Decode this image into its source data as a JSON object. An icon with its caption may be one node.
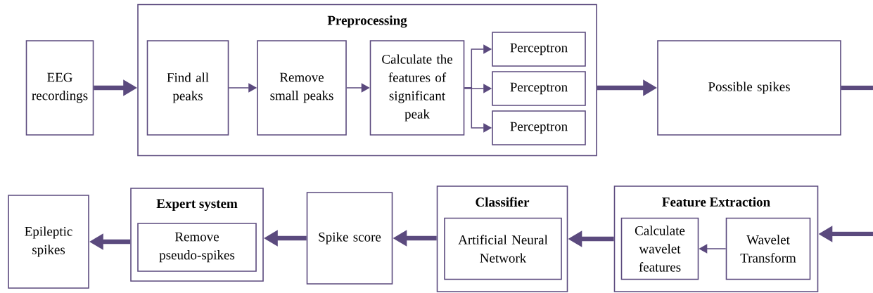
{
  "diagram": {
    "nodes": [
      {
        "text": [
          "EEG recordings"
        ]
      },
      {
        "text": [
          "Preprocessing"
        ]
      },
      {
        "text": [
          "Find all peaks"
        ],
        "in": 1
      },
      {
        "text": [
          "Remove small peaks"
        ],
        "in": 1
      },
      {
        "text": [
          "Calculate the features of significant peak"
        ],
        "in": 1
      },
      {
        "text": [
          "Perceptron"
        ],
        "in": 1
      },
      {
        "text": [
          "Perceptron"
        ],
        "in": 1
      },
      {
        "text": [
          "Perceptron"
        ],
        "in": 1
      },
      {
        "text": [
          "Possible spikes"
        ]
      },
      {
        "text": [
          "Epileptic spikes"
        ]
      },
      {
        "text": [
          "Expert system"
        ]
      },
      {
        "text": [
          "Remove pseudo-spikes"
        ],
        "in": 10
      },
      {
        "text": [
          "Spike score"
        ]
      },
      {
        "text": [
          "Classifier"
        ]
      },
      {
        "text": [
          "Artificial Neural Network"
        ],
        "in": 13
      },
      {
        "text": [
          "Feature Extraction"
        ]
      },
      {
        "text": [
          "Calculate wavelet features"
        ],
        "in": 15
      },
      {
        "text": [
          "Wavelet Transform"
        ],
        "in": 15
      }
    ],
    "edges": [
      {
        "from": 0,
        "to": 1,
        "arrow": "to"
      },
      {
        "from": 2,
        "to": 3,
        "arrow": "to"
      },
      {
        "from": 3,
        "to": 4,
        "arrow": "to"
      },
      {
        "from": 4,
        "to": 5,
        "arrow": "to"
      },
      {
        "from": 4,
        "to": 6,
        "arrow": "to"
      },
      {
        "from": 4,
        "to": 7,
        "arrow": "to"
      },
      {
        "from": 1,
        "to": 8,
        "arrow": "to"
      },
      {
        "from": 8,
        "to": null,
        "arrow": "none"
      },
      {
        "from": null,
        "to": 15,
        "arrow": "to"
      },
      {
        "from": 17,
        "to": 16,
        "arrow": "to"
      },
      {
        "from": 15,
        "to": 13,
        "arrow": "to"
      },
      {
        "from": 13,
        "to": 12,
        "arrow": "to"
      },
      {
        "from": 12,
        "to": 10,
        "arrow": "to"
      },
      {
        "from": 10,
        "to": 9,
        "arrow": "to"
      }
    ]
  }
}
